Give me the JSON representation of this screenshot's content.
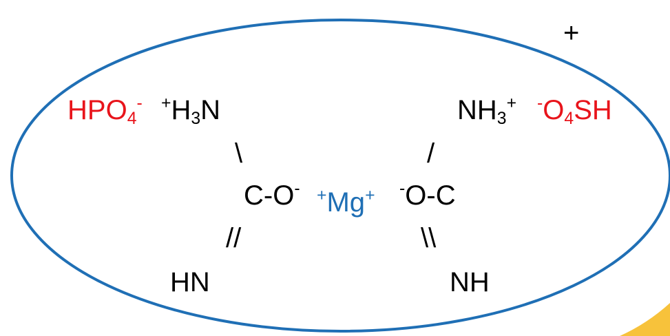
{
  "colors": {
    "ellipse": "#1f6fb5",
    "counterion": "#e8141b",
    "metal": "#1f6fb5",
    "accent_corner": "#f7c23b"
  },
  "overall_charge": "+",
  "left_counterion": {
    "base": "HPO",
    "sub": "4",
    "sup": "-"
  },
  "left_amine": {
    "sup": "+",
    "a": "H",
    "sub": "3",
    "b": "N"
  },
  "right_amine": {
    "a": "NH",
    "sub": "3",
    "sup": "+"
  },
  "right_counterion": {
    "sup": "-",
    "a": "O",
    "sub": "4",
    "b": "SH"
  },
  "bond_left_upper": "\\",
  "bond_right_upper": "/",
  "center_left": {
    "text": "C-O",
    "sup": "-"
  },
  "metal": {
    "sup1": "+",
    "text": "Mg",
    "sup2": "+"
  },
  "center_right": {
    "sup": "-",
    "text": "O-C"
  },
  "bond_left_lower": "//",
  "bond_right_lower": "\\\\",
  "left_imine": "HN",
  "right_imine": "NH"
}
